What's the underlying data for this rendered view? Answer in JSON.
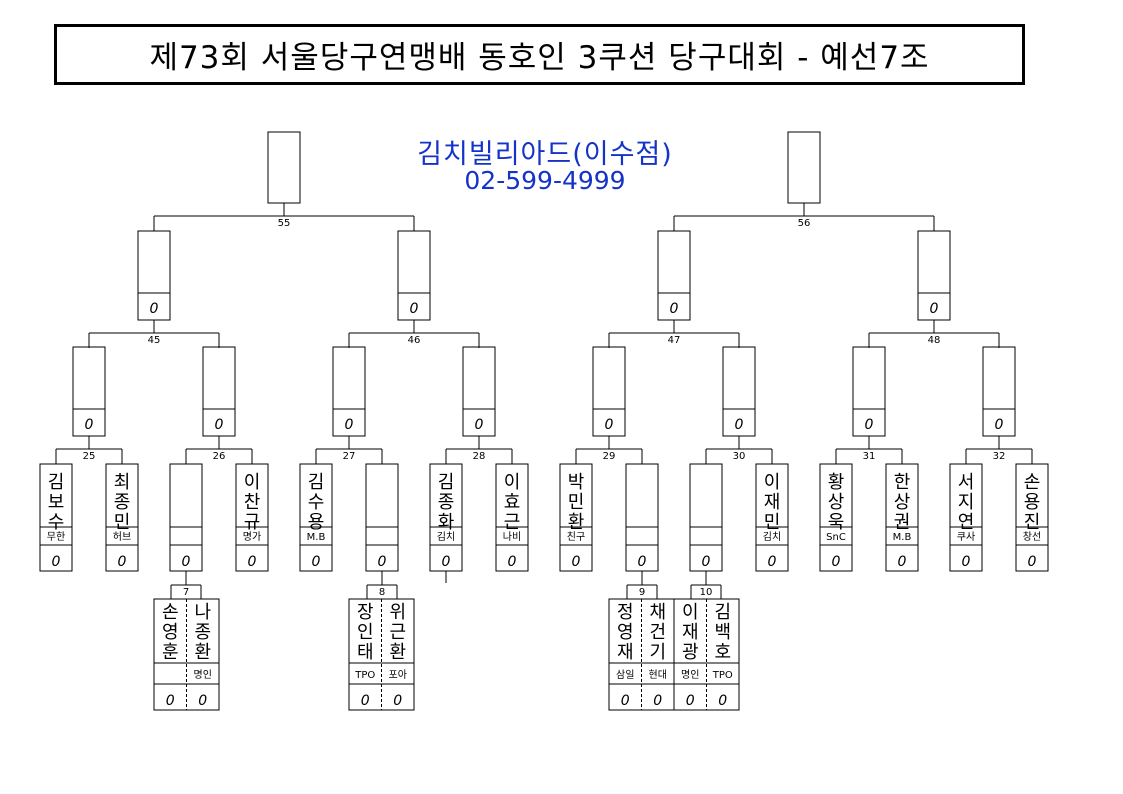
{
  "title": "제73회 서울당구연맹배 동호인 3쿠션 당구대회 - 예선7조",
  "sponsor": {
    "name": "김치빌리아드(이수점)",
    "phone": "02-599-4999"
  },
  "colors": {
    "sponsor": "#1533c8",
    "line": "#000000",
    "background": "#ffffff"
  },
  "score_mark": "0",
  "final_matches": [
    "55",
    "56"
  ],
  "semi_matches": [
    {
      "number": "45"
    },
    {
      "number": "46"
    },
    {
      "number": "47"
    },
    {
      "number": "48"
    }
  ],
  "round_matches": [
    {
      "number": "25",
      "players": [
        {
          "name": "김보수",
          "club": "무한"
        },
        {
          "name": "최종민",
          "club": "허브"
        }
      ]
    },
    {
      "number": "26",
      "players": [
        {
          "name": "",
          "club": ""
        },
        {
          "name": "이찬규",
          "club": "명가"
        }
      ]
    },
    {
      "number": "27",
      "players": [
        {
          "name": "김수용",
          "club": "M.B"
        },
        {
          "name": "",
          "club": ""
        }
      ]
    },
    {
      "number": "28",
      "players": [
        {
          "name": "김종화",
          "club": "김치"
        },
        {
          "name": "이효근",
          "club": "나비"
        }
      ]
    },
    {
      "number": "29",
      "players": [
        {
          "name": "박민환",
          "club": "친구"
        },
        {
          "name": "",
          "club": ""
        }
      ]
    },
    {
      "number": "30",
      "players": [
        {
          "name": "",
          "club": ""
        },
        {
          "name": "이재민",
          "club": "김치"
        }
      ]
    },
    {
      "number": "31",
      "players": [
        {
          "name": "황상욱",
          "club": "SnC"
        },
        {
          "name": "한상권",
          "club": "M.B"
        }
      ]
    },
    {
      "number": "32",
      "players": [
        {
          "name": "서지연",
          "club": "쿠사"
        },
        {
          "name": "손용진",
          "club": "창선"
        }
      ]
    }
  ],
  "prelim_matches": [
    {
      "number": "7",
      "players": [
        {
          "name": "손영훈",
          "club": ""
        },
        {
          "name": "나종환",
          "club": "명인"
        }
      ]
    },
    {
      "number": "8",
      "players": [
        {
          "name": "장인태",
          "club": "TPO"
        },
        {
          "name": "위근환",
          "club": "포아"
        }
      ]
    },
    {
      "number": "9",
      "players": [
        {
          "name": "정영재",
          "club": "삼일"
        },
        {
          "name": "채건기",
          "club": "현대"
        }
      ]
    },
    {
      "number": "10",
      "players": [
        {
          "name": "이재광",
          "club": "명인"
        },
        {
          "name": "김백호",
          "club": "TPO"
        }
      ]
    }
  ]
}
